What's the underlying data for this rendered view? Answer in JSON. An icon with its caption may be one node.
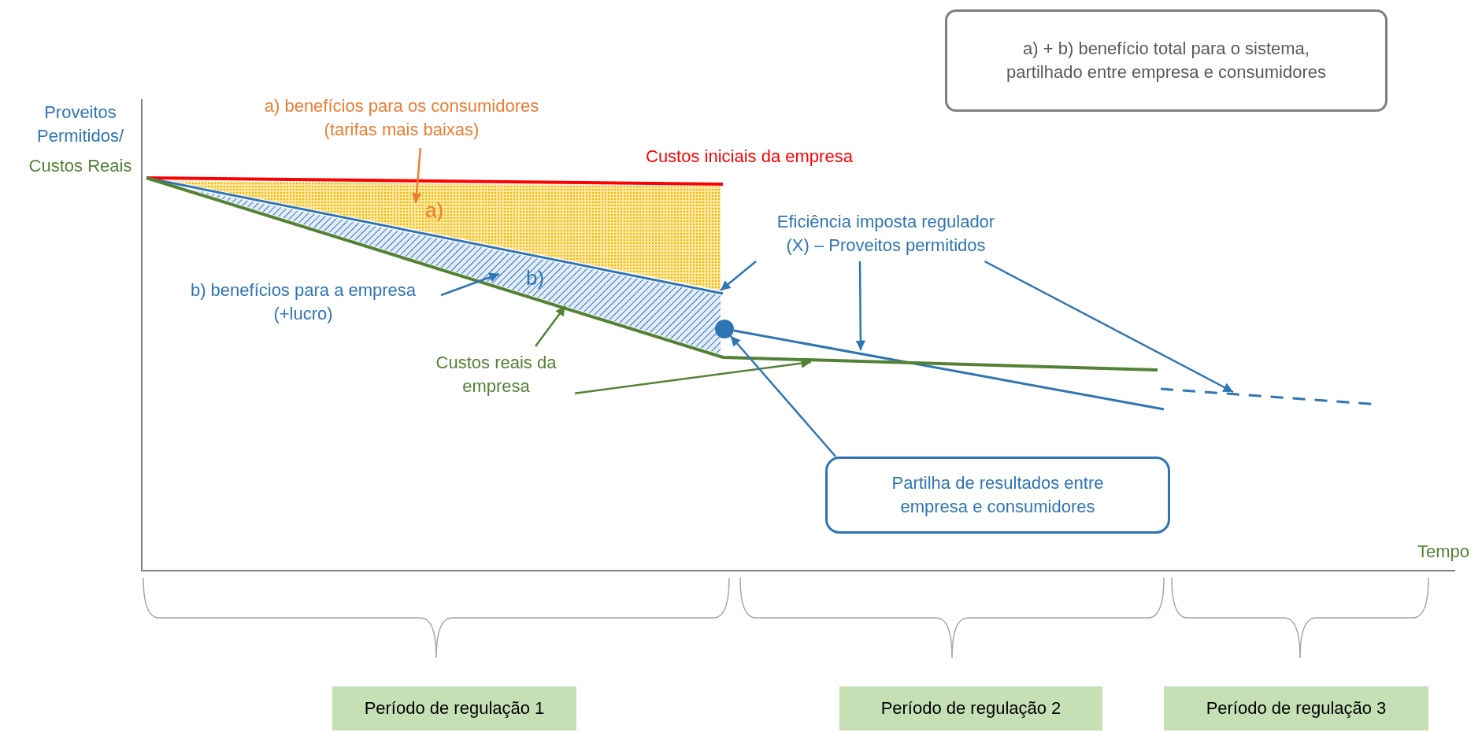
{
  "diagram": {
    "nodes": [
      {
        "text": [
          "a) + b) benefício total para o sistema, partilhado entre empresa e consumidores"
        ]
      },
      {
        "text": [
          "a) benefícios para os consumidores (tarifas mais baixas)"
        ]
      },
      {
        "text": [
          "b) benefícios para a empresa (+lucro)"
        ]
      },
      {
        "text": [
          "Eficiência imposta regulador (X) – Proveitos permitidos"
        ]
      },
      {
        "text": [
          "Custos reais da empresa"
        ]
      },
      {
        "text": [],
        "shape": "circle"
      },
      {
        "text": [
          "Partilha de resultados entre empresa e consumidores"
        ]
      },
      {
        "text": [
          "Período de regulação 1"
        ]
      },
      {
        "text": [
          "Período de regulação 2"
        ]
      },
      {
        "text": [
          "Período de regulação 3"
        ]
      },
      {
        "text": [],
        "shape": "area"
      },
      {
        "text": [],
        "shape": "area"
      }
    ],
    "edges": [
      {
        "from": 1,
        "to": 10,
        "arrow": "to",
        "color": "#ed7d31"
      },
      {
        "from": 2,
        "to": 11,
        "arrow": "to"
      },
      {
        "from": 3,
        "to": 10,
        "arrow": "to"
      },
      {
        "from": 3,
        "to": null,
        "arrow": "to"
      },
      {
        "from": 3,
        "to": null,
        "arrow": "to"
      },
      {
        "from": 4,
        "to": 11,
        "arrow": "to",
        "color": "#548235"
      },
      {
        "from": 4,
        "to": null,
        "arrow": "to",
        "color": "#548235"
      },
      {
        "from": 6,
        "to": 5,
        "arrow": "to"
      }
    ],
    "labels": [
      "Proveitos Permitidos/",
      "Custos Reais",
      "Custos iniciais da empresa",
      "a)",
      "b)",
      "Tempo"
    ]
  }
}
